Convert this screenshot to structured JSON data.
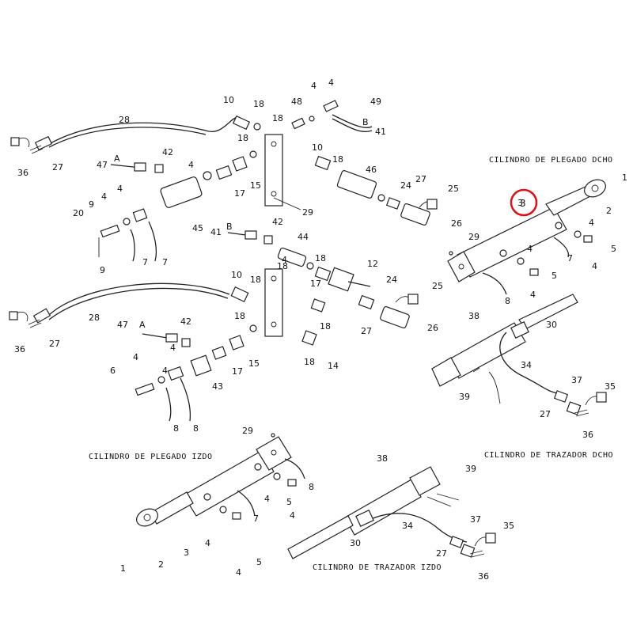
{
  "captions": {
    "plegado_dcho": "CILINDRO DE PLEGADO DCHO",
    "plegado_izdo": "CILINDRO DE PLEGADO IZDO",
    "trazador_dcho": "CILINDRO DE TRAZADOR DCHO",
    "trazador_izdo": "CILINDRO DE TRAZADOR IZDO"
  },
  "port_letters": {
    "a_upper": "A",
    "b_upper": "B",
    "b_right": "B",
    "a_lower": "A"
  },
  "highlight": {
    "label": "3",
    "color": "#e01010"
  },
  "part_numbers": {
    "top_left": [
      "28",
      "36",
      "27",
      "10",
      "18",
      "48",
      "4",
      "4",
      "49",
      "18",
      "41",
      "47",
      "42",
      "18",
      "10",
      "4",
      "17",
      "15",
      "45",
      "20",
      "9",
      "4",
      "4",
      "7",
      "7",
      "9",
      "29",
      "46",
      "18",
      "24",
      "27",
      "25",
      "26",
      "41",
      "42",
      "44",
      "4",
      "17",
      "18",
      "12",
      "10",
      "18",
      "24",
      "25",
      "28",
      "36",
      "27",
      "47",
      "42",
      "4",
      "18",
      "15",
      "17",
      "14",
      "18",
      "18",
      "27",
      "26",
      "4",
      "6",
      "4",
      "8",
      "8",
      "43",
      "18"
    ],
    "right_cyl": [
      "1",
      "2",
      "3",
      "29",
      "4",
      "5",
      "4",
      "7",
      "4",
      "8",
      "4",
      "5"
    ],
    "right_trazador": [
      "38",
      "30",
      "34",
      "39",
      "37",
      "35",
      "27",
      "36"
    ],
    "left_cyl": [
      "29",
      "8",
      "4",
      "5",
      "4",
      "7",
      "1",
      "2",
      "3",
      "4",
      "4",
      "5"
    ],
    "left_trazador": [
      "38",
      "39",
      "34",
      "37",
      "35",
      "30",
      "27",
      "36"
    ]
  }
}
